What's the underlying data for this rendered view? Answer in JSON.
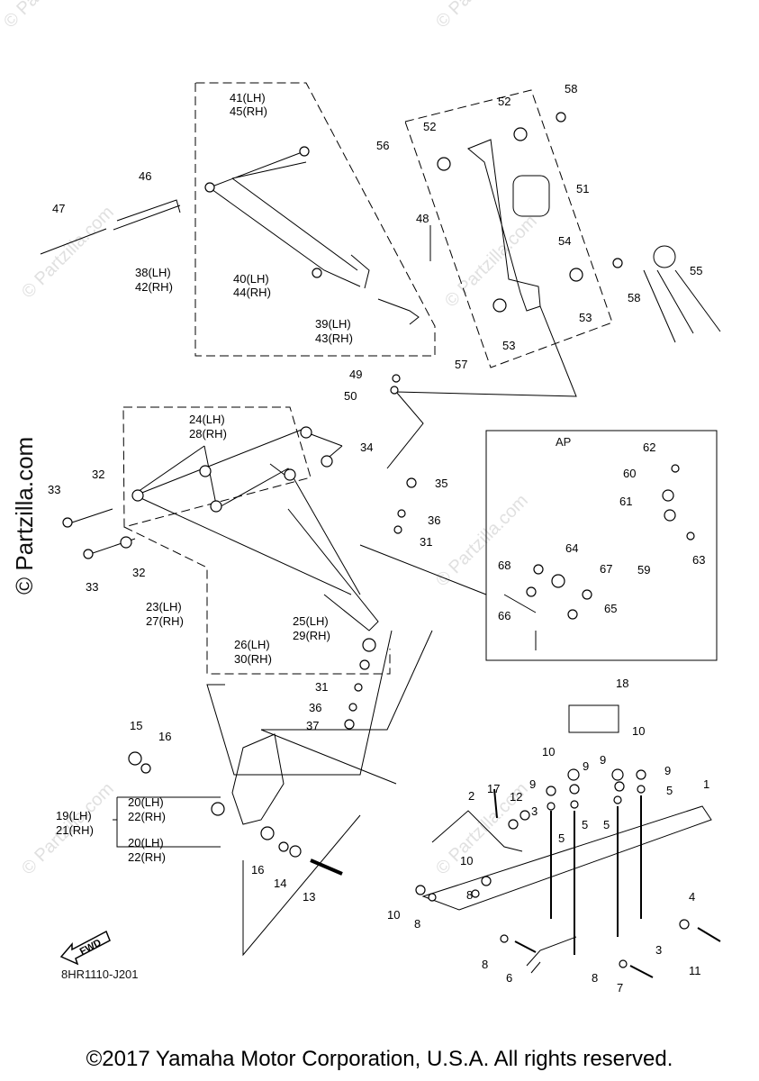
{
  "watermarks": [
    "© Partzilla.com",
    "© Partzilla.com",
    "© Partzilla.com",
    "© Partzilla.com",
    "© Partzilla.com",
    "© Partzilla.com",
    "© Partzilla.com"
  ],
  "side_watermark": "© Partzilla.com",
  "diagram_code": "8HR1110-J201",
  "ap_label": "AP",
  "fwd_label": "FWD",
  "copyright": "©2017 Yamaha Motor Corporation, U.S.A. All rights reserved.",
  "callouts": {
    "c41": "41(LH)",
    "c45": "45(RH)",
    "c46": "46",
    "c47": "47",
    "c48": "48",
    "c38": "38(LH)",
    "c42": "42(RH)",
    "c40": "40(LH)",
    "c44": "44(RH)",
    "c39": "39(LH)",
    "c43": "43(RH)",
    "c49": "49",
    "c50": "50",
    "c56": "56",
    "c52a": "52",
    "c52b": "52",
    "c58a": "58",
    "c51": "51",
    "c54": "54",
    "c55": "55",
    "c58b": "58",
    "c53a": "53",
    "c53b": "53",
    "c57": "57",
    "c24": "24(LH)",
    "c28": "28(RH)",
    "c34": "34",
    "c32a": "32",
    "c33a": "33",
    "c35": "35",
    "c36a": "36",
    "c31a": "31",
    "c32b": "32",
    "c33b": "33",
    "c23": "23(LH)",
    "c27": "27(RH)",
    "c25": "25(LH)",
    "c29": "29(RH)",
    "c26": "26(LH)",
    "c30": "30(RH)",
    "c31b": "31",
    "c36b": "36",
    "c37": "37",
    "c62": "62",
    "c60": "60",
    "c61": "61",
    "c63": "63",
    "c59": "59",
    "c64": "64",
    "c68": "68",
    "c67": "67",
    "c66": "66",
    "c65": "65",
    "c15": "15",
    "c16a": "16",
    "c19": "19(LH)",
    "c21": "21(RH)",
    "c20a": "20(LH)",
    "c22a": "22(RH)",
    "c20b": "20(LH)",
    "c22b": "22(RH)",
    "c16b": "16",
    "c14": "14",
    "c13": "13",
    "c18": "18",
    "c10a": "10",
    "c10b": "10",
    "c9a": "9",
    "c9b": "9",
    "c9c": "9",
    "c9d": "9",
    "c5a": "5",
    "c5b": "5",
    "c5c": "5",
    "c5d": "5",
    "c1": "1",
    "c17": "17",
    "c2": "2",
    "c12": "12",
    "c3a": "3",
    "c10c": "10",
    "c8a": "8",
    "c10d": "10",
    "c8b": "8",
    "c4": "4",
    "c3b": "3",
    "c11": "11",
    "c8c": "8",
    "c6": "6",
    "c8d": "8",
    "c7": "7"
  }
}
